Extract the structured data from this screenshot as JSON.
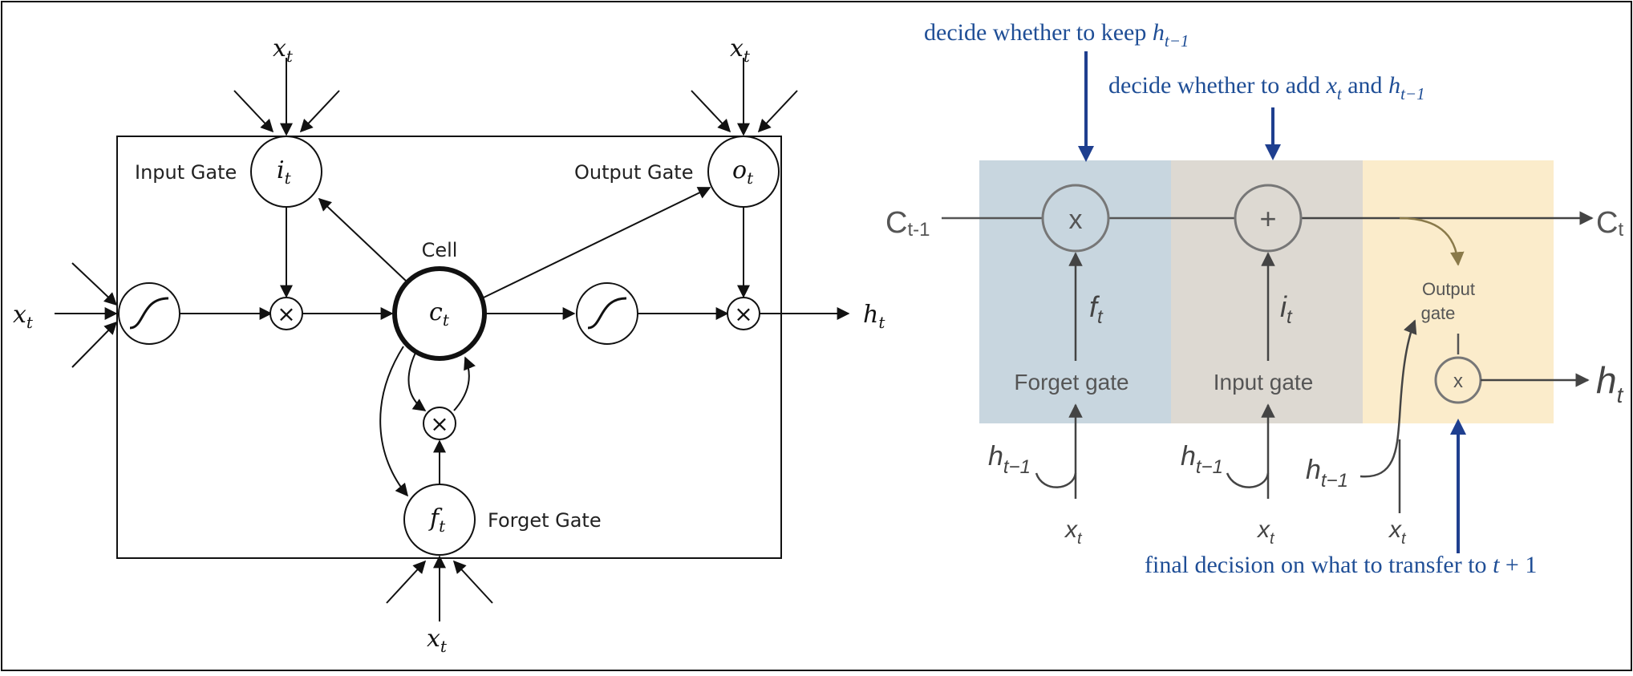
{
  "left_diagram": {
    "input_gate_label": "Input Gate",
    "output_gate_label": "Output Gate",
    "cell_label": "Cell",
    "forget_gate_label": "Forget Gate",
    "x_var": "x",
    "t_sub": "t",
    "i_var": "i",
    "o_var": "o",
    "c_var": "c",
    "f_var": "f",
    "h_var": "h",
    "multiply_symbol": "×"
  },
  "right_diagram": {
    "prev_cell_main": "C",
    "prev_cell_sub": "t-1",
    "next_cell_main": "C",
    "next_cell_sub": "t",
    "multiply_symbol": "x",
    "add_symbol": "+",
    "f_var": "f",
    "i_var": "i",
    "t_sub": "t",
    "forget_gate_label": "Forget gate",
    "input_gate_label": "Input gate",
    "output_gate_line1": "Output",
    "output_gate_line2": "gate",
    "small_multiply_symbol": "x",
    "h_var": "h",
    "h_prev_sub": "t−1",
    "x_var": "x",
    "zone_colors": {
      "forget": "#c8d6df",
      "input": "#ddd9d2",
      "output": "#fbeccb"
    }
  },
  "annotations": {
    "keep_prefix": "decide whether to keep ",
    "add_prefix": "decide whether to add ",
    "add_and": " and ",
    "final_text": "final decision on what to transfer to ",
    "final_t": "t",
    "final_plus": " + 1",
    "h_var": "h",
    "x_var": "x",
    "t_sub": "t",
    "h_prev_sub": "t−1",
    "color": "#1f4e96"
  }
}
